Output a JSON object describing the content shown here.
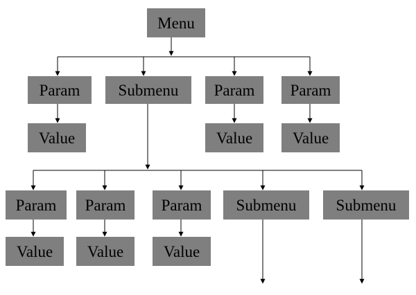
{
  "nodes": {
    "menu": "Menu",
    "level1_param_1": "Param",
    "level1_submenu": "Submenu",
    "level1_param_2": "Param",
    "level1_param_3": "Param",
    "level1_value_1": "Value",
    "level1_value_2": "Value",
    "level1_value_3": "Value",
    "level2_param_1": "Param",
    "level2_param_2": "Param",
    "level2_param_3": "Param",
    "level2_submenu_1": "Submenu",
    "level2_submenu_2": "Submenu",
    "level2_value_1": "Value",
    "level2_value_2": "Value",
    "level2_value_3": "Value"
  },
  "colors": {
    "box_fill": "#7f7f7f",
    "text": "#000000",
    "line": "#000000",
    "background": "#ffffff"
  }
}
